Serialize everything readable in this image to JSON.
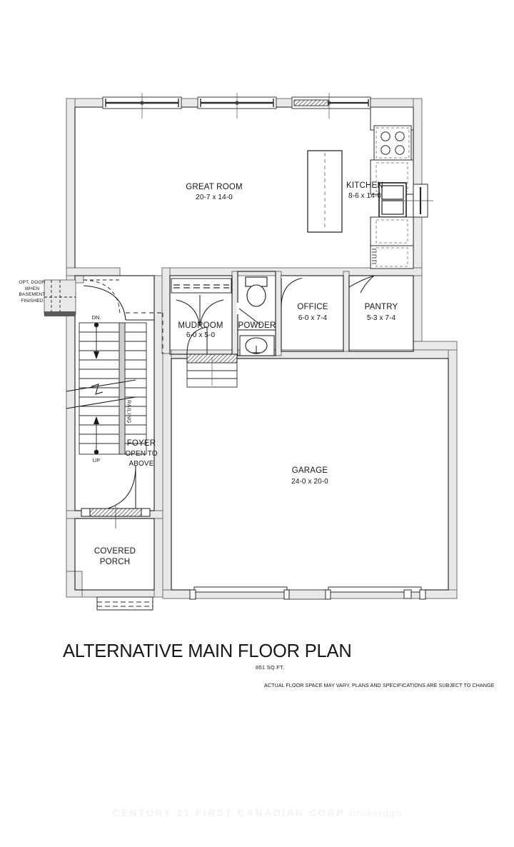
{
  "title": "ALTERNATIVE MAIN FLOOR PLAN",
  "area": "851 SQ.FT.",
  "disclaimer": "ACTUAL FLOOR SPACE MAY VARY, PLANS AND SPECIFICATIONS ARE SUBJECT TO CHANGE",
  "watermark": {
    "brand": "CENTURY 21 FIRST CANADIAN CORP",
    "suffix": "Brokerage"
  },
  "colors": {
    "wall_fill": "#e9e9e9",
    "wall_stroke": "#6f6f6f",
    "line": "#1a1a1a",
    "text": "#171717",
    "watermark": "#f2f2f2"
  },
  "rooms": [
    {
      "id": "great-room",
      "name": "GREAT ROOM",
      "dim": "20-7 x 14-0"
    },
    {
      "id": "kitchen",
      "name": "KITCHEN",
      "dim": "8-6 x 14-0"
    },
    {
      "id": "mudroom",
      "name": "MUDROOM",
      "dim": "6-0 x 5-0"
    },
    {
      "id": "powder",
      "name": "POWDER",
      "dim": ""
    },
    {
      "id": "office",
      "name": "OFFICE",
      "dim": "6-0 x 7-4"
    },
    {
      "id": "pantry",
      "name": "PANTRY",
      "dim": "5-3 x 7-4"
    },
    {
      "id": "garage",
      "name": "GARAGE",
      "dim": "24-0 x 20-0"
    },
    {
      "id": "foyer",
      "name": "FOYER",
      "dim": ""
    },
    {
      "id": "porch",
      "name": "COVERED",
      "dim": ""
    }
  ],
  "labels": {
    "great_room_name": "GREAT ROOM",
    "great_room_dim": "20-7 x 14-0",
    "kitchen_name": "KITCHEN",
    "kitchen_dim": "8-6 x 14-0",
    "mudroom_name": "MUDROOM",
    "mudroom_dim": "6-0 x 5-0",
    "powder_name": "POWDER",
    "office_name": "OFFICE",
    "office_dim": "6-0 x 7-4",
    "pantry_name": "PANTRY",
    "pantry_dim": "5-3 x 7-4",
    "garage_name": "GARAGE",
    "garage_dim": "24-0 x 20-0",
    "foyer_name": "FOYER",
    "foyer_note1": "OPEN TO",
    "foyer_note2": "ABOVE",
    "porch_line1": "COVERED",
    "porch_line2": "PORCH",
    "stair_down": "DN.",
    "stair_up": "UP",
    "railing": "RAILING",
    "opt_door": "OPT. DOOR\nWHEN\nBASEMENT\nFINISHED"
  }
}
